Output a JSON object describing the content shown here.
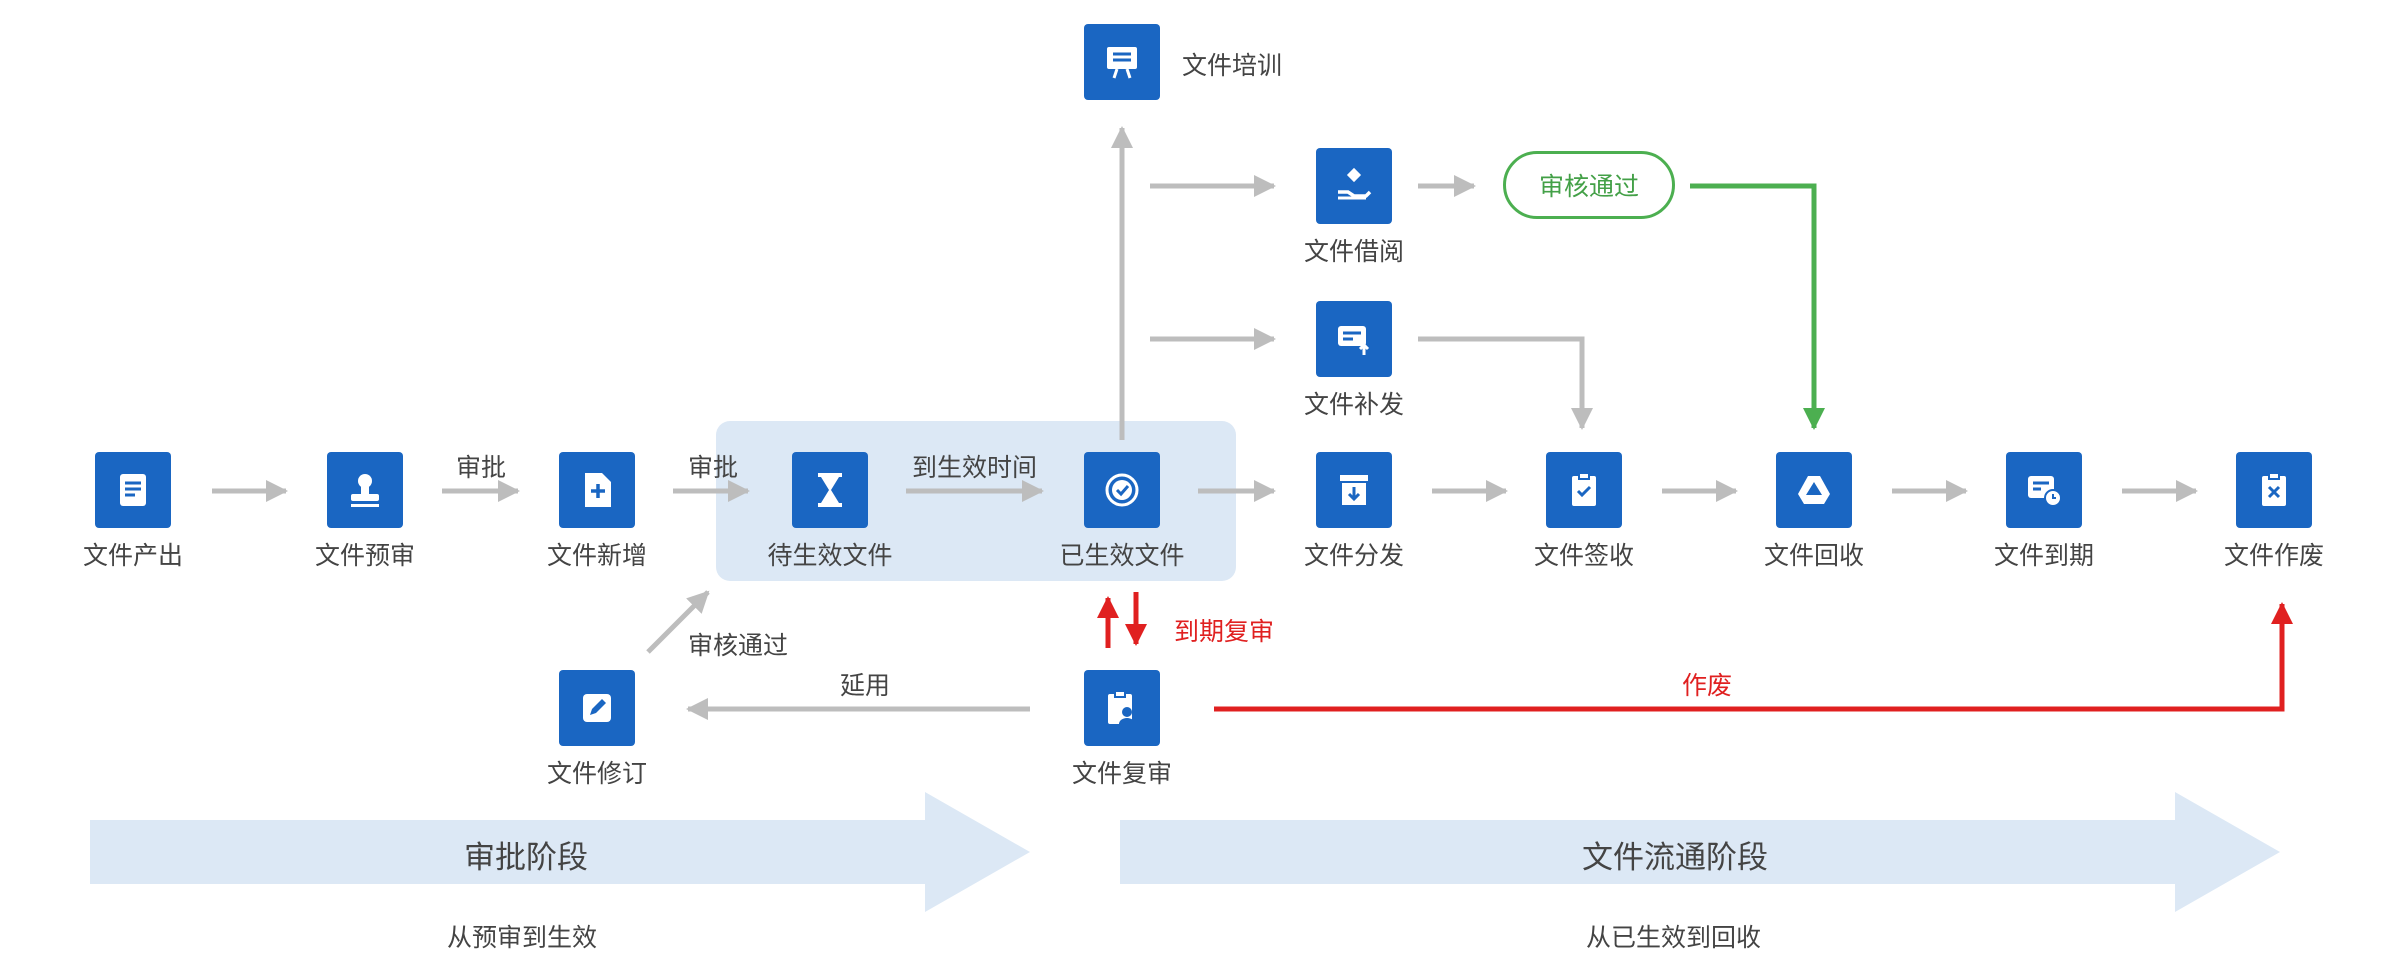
{
  "nodes": {
    "output": "文件产出",
    "prereview": "文件预审",
    "add": "文件新增",
    "pending": "待生效文件",
    "effective": "已生效文件",
    "training": "文件培训",
    "borrow": "文件借阅",
    "reissue": "文件补发",
    "distribute": "文件分发",
    "signoff": "文件签收",
    "recycle": "文件回收",
    "expire": "文件到期",
    "void": "文件作废",
    "revise": "文件修订",
    "rereview": "文件复审"
  },
  "edges": {
    "approve_1": "审批",
    "approve_2": "审批",
    "to_effective_time": "到生效时间",
    "review_passed": "审核通过",
    "pill_review_passed": "审核通过",
    "expiry_rereview": "到期复审",
    "continue_use": "延用",
    "void": "作废"
  },
  "stages": [
    {
      "title": "审批阶段",
      "subtitle": "从预审到生效"
    },
    {
      "title": "文件流通阶段",
      "subtitle": "从已生效到回收"
    }
  ],
  "colors": {
    "icon_blue": "#1a66c2",
    "arrow_gray": "#bdbdbd",
    "highlight_bg": "#dce8f5",
    "pass_green": "#4caf50",
    "alert_red": "#e02020",
    "stage_arrow": "#dce8f5"
  },
  "icons": {
    "output": "document-icon",
    "prereview": "stamp-icon",
    "add": "file-plus-icon",
    "pending": "hourglass-icon",
    "effective": "refresh-check-icon",
    "training": "whiteboard-icon",
    "borrow": "hand-give-icon",
    "reissue": "upload-card-icon",
    "distribute": "inbox-down-icon",
    "signoff": "clipboard-check-icon",
    "recycle": "drive-icon",
    "expire": "calendar-clock-icon",
    "void": "clipboard-x-icon",
    "revise": "pencil-icon",
    "rereview": "clipboard-user-icon"
  }
}
